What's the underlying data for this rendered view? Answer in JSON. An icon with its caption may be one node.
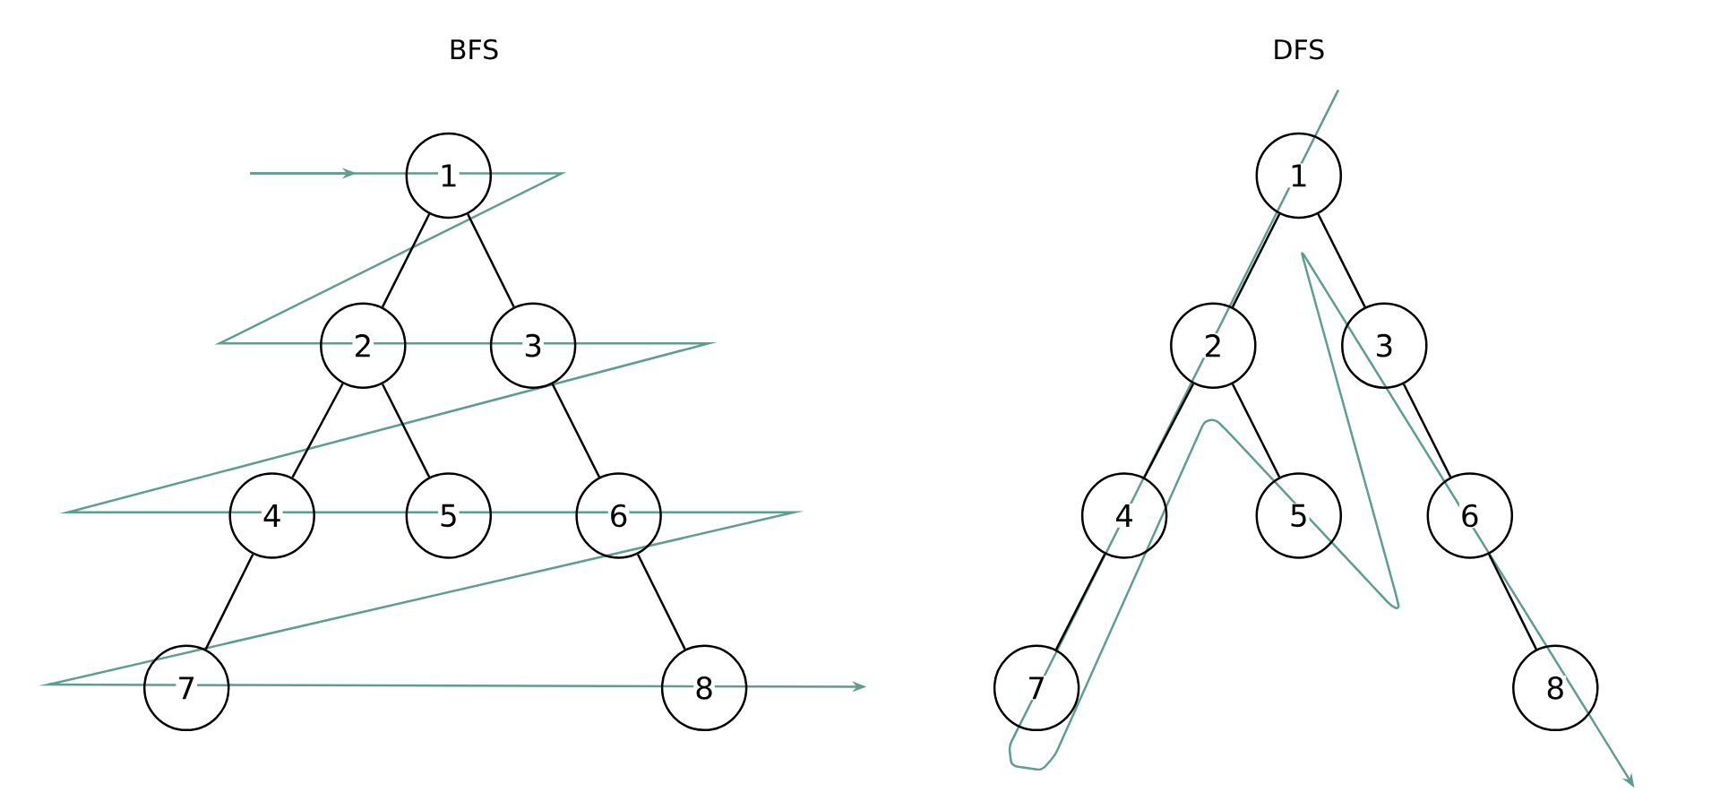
{
  "diagram": {
    "nodes": [
      {
        "text": [
          "1"
        ]
      },
      {
        "text": [
          "2"
        ]
      },
      {
        "text": [
          "3"
        ]
      },
      {
        "text": [
          "4"
        ]
      },
      {
        "text": [
          "5"
        ]
      },
      {
        "text": [
          "6"
        ]
      },
      {
        "text": [
          "7"
        ]
      },
      {
        "text": [
          "8"
        ]
      },
      {
        "text": [
          "1"
        ]
      },
      {
        "text": [
          "2"
        ]
      },
      {
        "text": [
          "3"
        ]
      },
      {
        "text": [
          "4"
        ]
      },
      {
        "text": [
          "5"
        ]
      },
      {
        "text": [
          "6"
        ]
      },
      {
        "text": [
          "7"
        ]
      },
      {
        "text": [
          "8"
        ]
      }
    ],
    "edges": [
      {
        "from": 0,
        "to": 1,
        "arrow": "none"
      },
      {
        "from": 0,
        "to": 2,
        "arrow": "none"
      },
      {
        "from": 1,
        "to": 3,
        "arrow": "none"
      },
      {
        "from": 1,
        "to": 4,
        "arrow": "none"
      },
      {
        "from": 2,
        "to": 5,
        "arrow": "none"
      },
      {
        "from": 3,
        "to": 6,
        "arrow": "none"
      },
      {
        "from": 5,
        "to": 7,
        "arrow": "none"
      },
      {
        "from": 8,
        "to": 9,
        "arrow": "none"
      },
      {
        "from": 8,
        "to": 10,
        "arrow": "none"
      },
      {
        "from": 9,
        "to": 11,
        "arrow": "none"
      },
      {
        "from": 9,
        "to": 12,
        "arrow": "none"
      },
      {
        "from": 10,
        "to": 13,
        "arrow": "none"
      },
      {
        "from": 11,
        "to": 14,
        "arrow": "none"
      },
      {
        "from": 13,
        "to": 15,
        "arrow": "none"
      }
    ],
    "labels": [
      "BFS",
      "DFS"
    ]
  }
}
